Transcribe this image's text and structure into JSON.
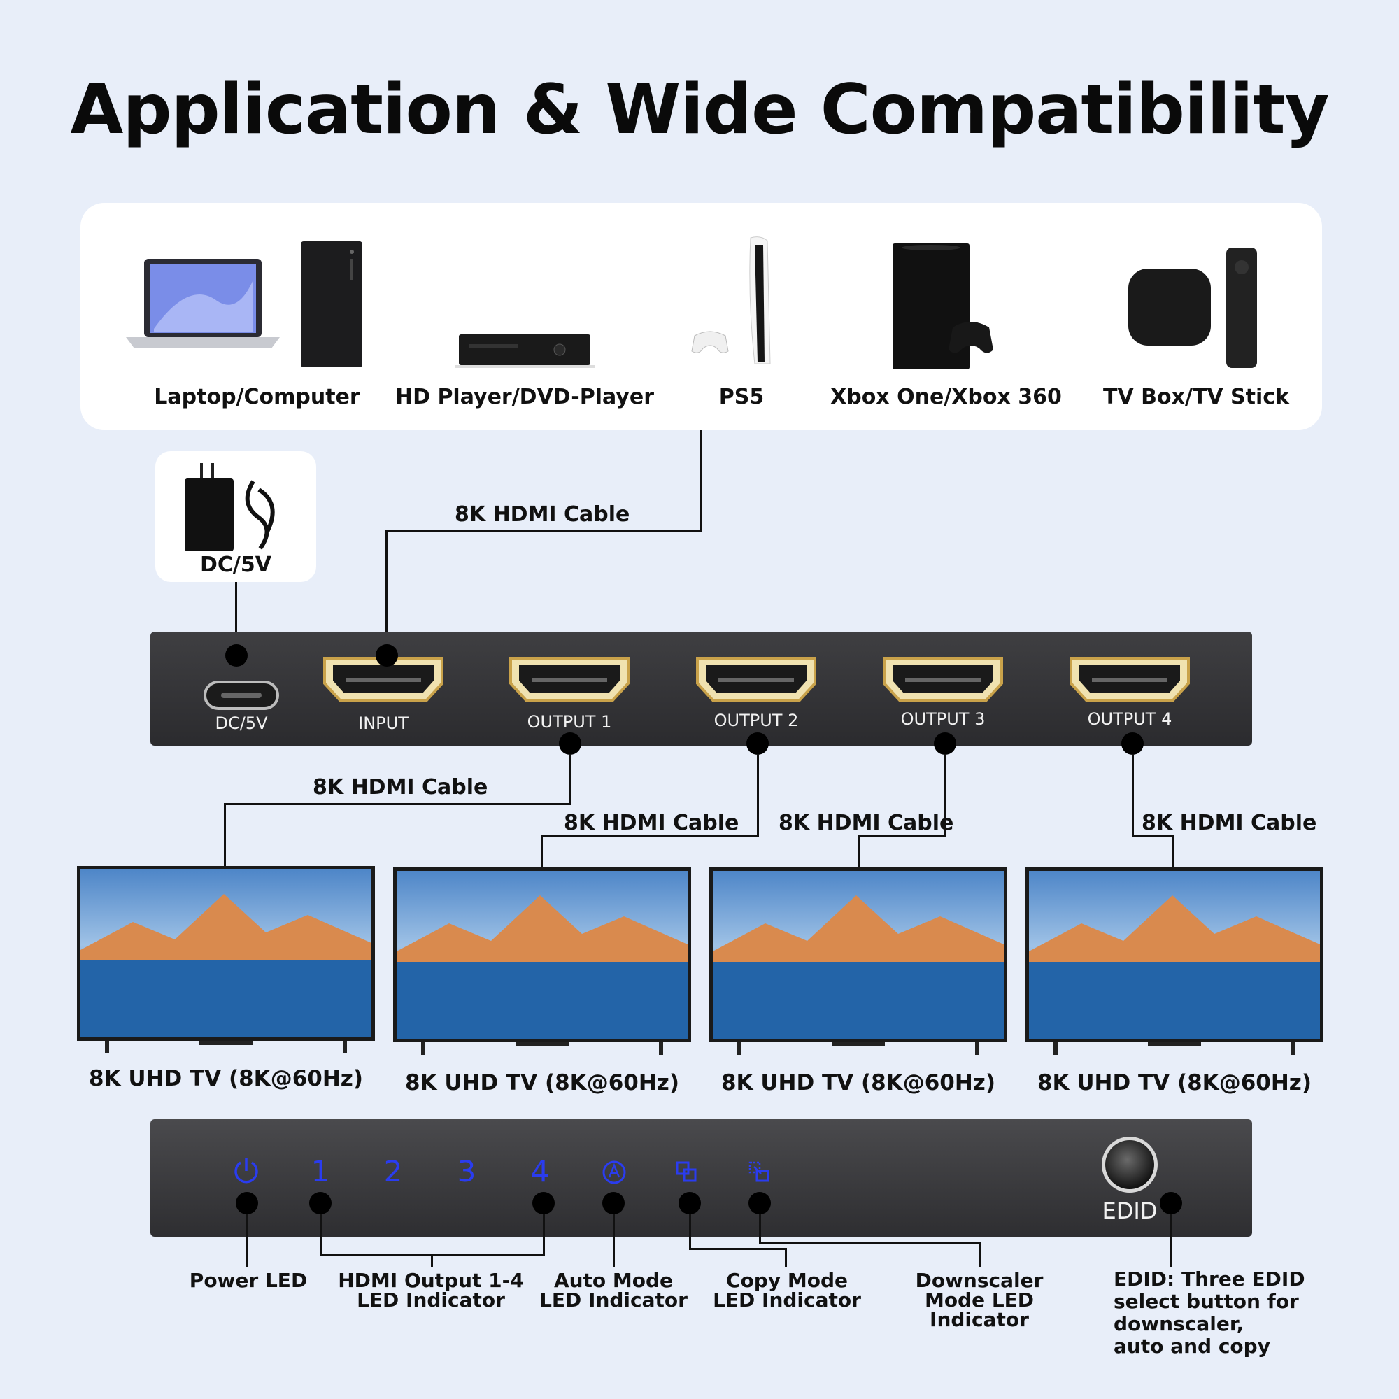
{
  "title": "Application & Wide Compatibility",
  "sources": [
    {
      "label": "Laptop/Computer",
      "icon": "laptop-computer-icon"
    },
    {
      "label": "HD Player/DVD-Player",
      "icon": "dvd-player-icon"
    },
    {
      "label": "PS5",
      "icon": "ps5-console-icon"
    },
    {
      "label": "Xbox One/Xbox 360",
      "icon": "xbox-console-icon"
    },
    {
      "label": "TV Box/TV Stick",
      "icon": "tv-box-icon"
    }
  ],
  "power_adapter": {
    "label": "DC/5V",
    "icon": "power-adapter-icon"
  },
  "cable_label": "8K HDMI Cable",
  "device_ports": {
    "dc": "DC/5V",
    "input": "INPUT",
    "outputs": [
      "OUTPUT 1",
      "OUTPUT 2",
      "OUTPUT 3",
      "OUTPUT 4"
    ]
  },
  "tvs": [
    {
      "label": "8K UHD TV (8K@60Hz)"
    },
    {
      "label": "8K UHD TV (8K@60Hz)"
    },
    {
      "label": "8K UHD TV (8K@60Hz)"
    },
    {
      "label": "8K UHD TV (8K@60Hz)"
    }
  ],
  "front_panel": {
    "led_numbers": [
      "1",
      "2",
      "3",
      "4"
    ],
    "button_label": "EDID"
  },
  "callouts": {
    "power_led": "Power LED",
    "hdmi_output": "HDMI Output 1-4\nLED Indicator",
    "auto_mode": "Auto Mode\nLED Indicator",
    "copy_mode": "Copy Mode\nLED Indicator",
    "downscaler": "Downscaler\nMode LED Indicator",
    "edid": "EDID: Three EDID\nselect button for\ndownscaler,\nauto and copy"
  },
  "colors": {
    "background": "#e8eef9",
    "led_blue": "#2a3cf0",
    "device": "#38383b",
    "hdmi_gold": "#c9a24a"
  }
}
